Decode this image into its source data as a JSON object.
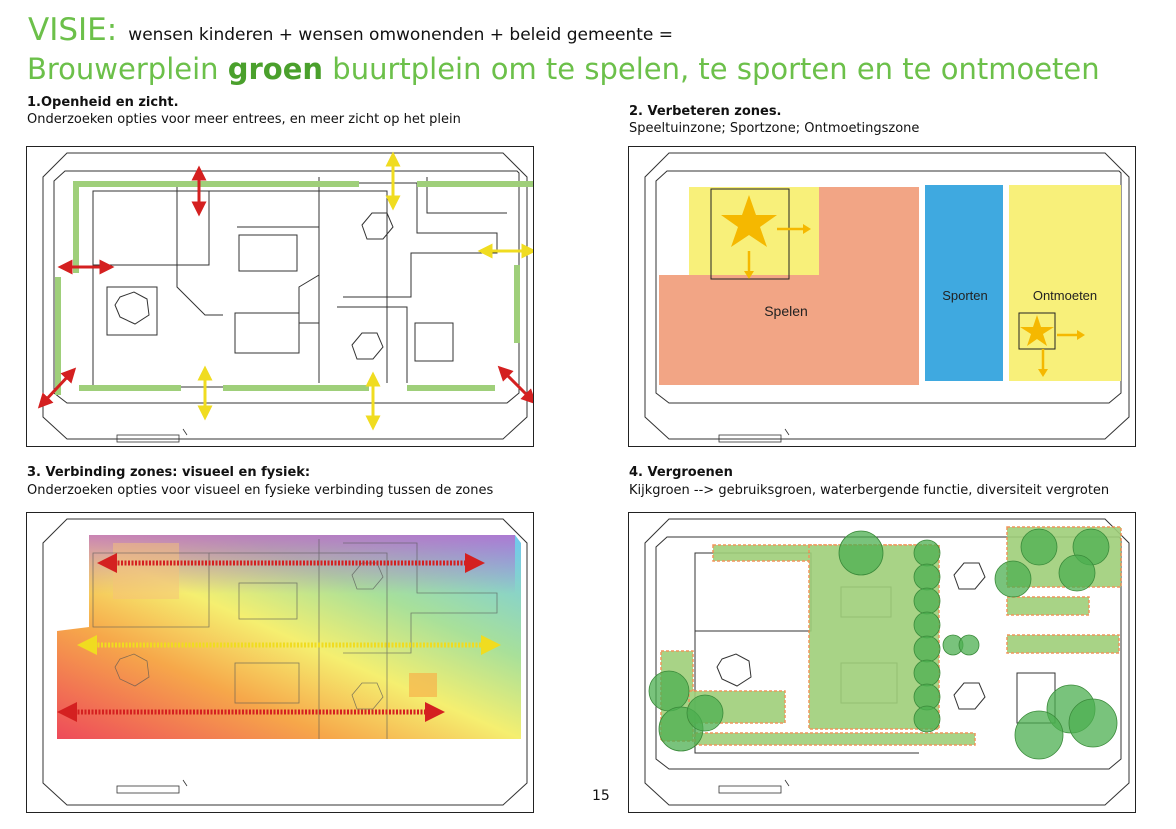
{
  "header": {
    "visie": "VISIE:",
    "formula": "wensen kinderen + wensen omwonenden + beleid gemeente  =",
    "tagline_pre": "Brouwerplein ",
    "tagline_bold": "groen",
    "tagline_post": " buurtplein om te spelen, te sporten en te ontmoeten"
  },
  "sections": [
    {
      "heading": "1.Openheid en zicht.",
      "subtitle": "Onderzoeken opties voor meer entrees, en meer zicht op het plein"
    },
    {
      "heading": "2. Verbeteren zones.",
      "subtitle": "Speeltuinzone; Sportzone; Ontmoetingszone"
    },
    {
      "heading": "3. Verbinding zones: visueel en fysiek:",
      "subtitle": "Onderzoeken opties voor visueel en fysieke verbinding tussen de zones"
    },
    {
      "heading": "4. Vergroenen",
      "subtitle": "Kijkgroen --> gebruiksgroen, waterbergende functie, diversiteit vergroten"
    }
  ],
  "zones": {
    "spelen": "Spelen",
    "sporten": "Sporten",
    "ontmoeten": "Ontmoeten"
  },
  "colors": {
    "accent_green": "#6cc04a",
    "spelen": "#f2a585",
    "sporten": "#3fa9e0",
    "ontmoeten": "#f8f07a",
    "star": "#f5b800",
    "arrow_red": "#d42020",
    "arrow_yellow": "#f0dc20",
    "green_strip": "#9fcf7a",
    "tree": "#4caf50"
  },
  "page_number": "15"
}
